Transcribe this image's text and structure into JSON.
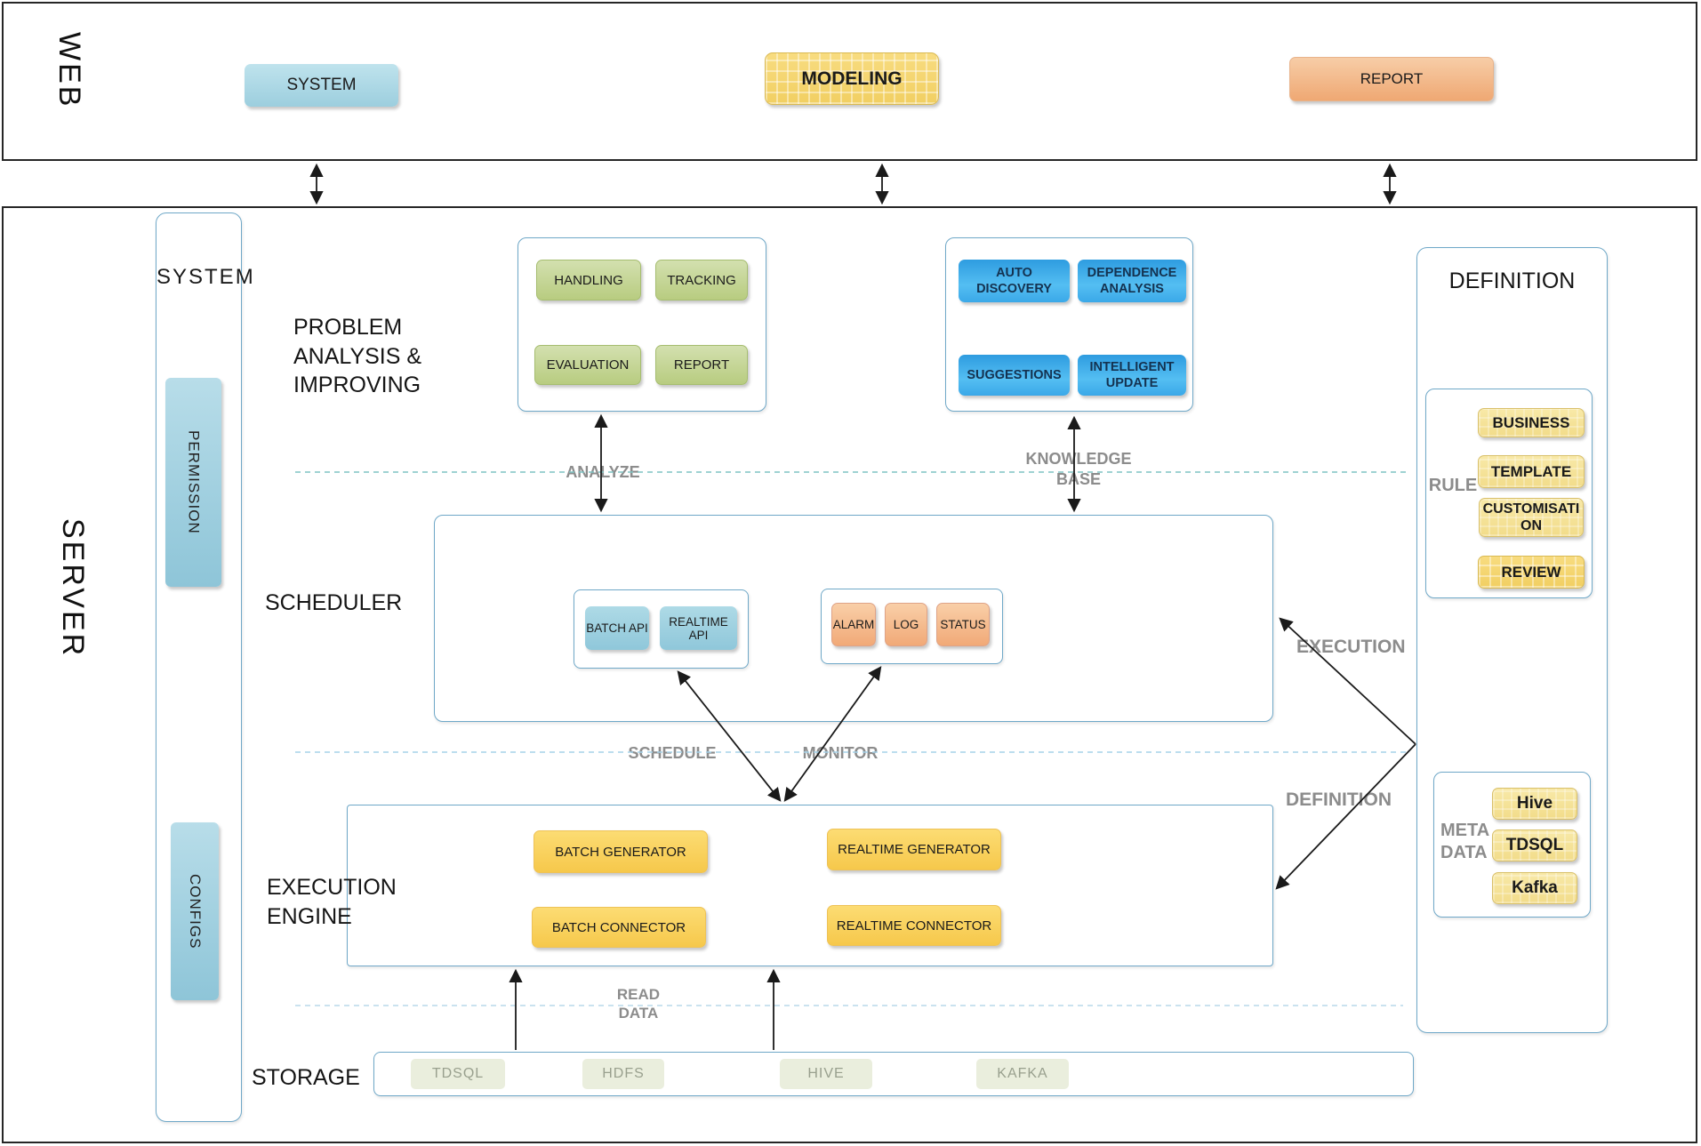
{
  "web": {
    "label": "WEB",
    "system": "SYSTEM",
    "modeling": "MODELING",
    "report": "REPORT"
  },
  "server": {
    "label": "SERVER",
    "sidebar": {
      "title": "SYSTEM",
      "permission": "PERMISSION",
      "configs": "CONFIGS"
    },
    "problem": {
      "line1": "PROBLEM",
      "line2": "ANALYSIS &",
      "line3": "IMPROVING",
      "handling": "HANDLING",
      "tracking": "TRACKING",
      "evaluation": "EVALUATION",
      "report": "REPORT"
    },
    "knowledge": {
      "auto_discovery": "AUTO DISCOVERY",
      "dependence_analysis": "DEPENDENCE ANALYSIS",
      "suggestions": "SUGGESTIONS",
      "intelligent_update": "INTELLIGENT UPDATE"
    },
    "definition": {
      "title": "DEFINITION",
      "rule_label": "RULE",
      "business": "BUSINESS",
      "template": "TEMPLATE",
      "customisation": "CUSTOMISATION",
      "review": "REVIEW",
      "metadata_label_1": "META",
      "metadata_label_2": "DATA",
      "hive": "Hive",
      "tdsql": "TDSQL",
      "kafka": "Kafka"
    },
    "scheduler": {
      "label": "SCHEDULER",
      "batch_api": "BATCH API",
      "realtime_api": "REALTIME API",
      "alarm": "ALARM",
      "log": "LOG",
      "status": "STATUS"
    },
    "execution": {
      "line1": "EXECUTION",
      "line2": "ENGINE",
      "batch_generator": "BATCH GENERATOR",
      "realtime_generator": "REALTIME GENERATOR",
      "batch_connector": "BATCH CONNECTOR",
      "realtime_connector": "REALTIME CONNECTOR"
    },
    "storage": {
      "label": "STORAGE",
      "tdsql": "TDSQL",
      "hdfs": "HDFS",
      "hive": "HIVE",
      "kafka": "KAFKA"
    },
    "flows": {
      "analyze": "ANALYZE",
      "kb1": "KNOWLEDGE",
      "kb2": "BASE",
      "schedule": "SCHEDULE",
      "monitor": "MONITOR",
      "execution": "EXECUTION",
      "definition": "DEFINITION",
      "read1": "READ",
      "read2": "DATA"
    }
  },
  "colors": {
    "container_border": "#6fa8c8",
    "deep_blue_box": "#2f9fe2",
    "yellow_box": "#f6d87b",
    "orange_box": "#f2ad7c",
    "green_box": "#c5d491",
    "light_blue_box": "#a9d4e2",
    "gray_label": "#8c8c8c",
    "frame_border": "#262626"
  }
}
